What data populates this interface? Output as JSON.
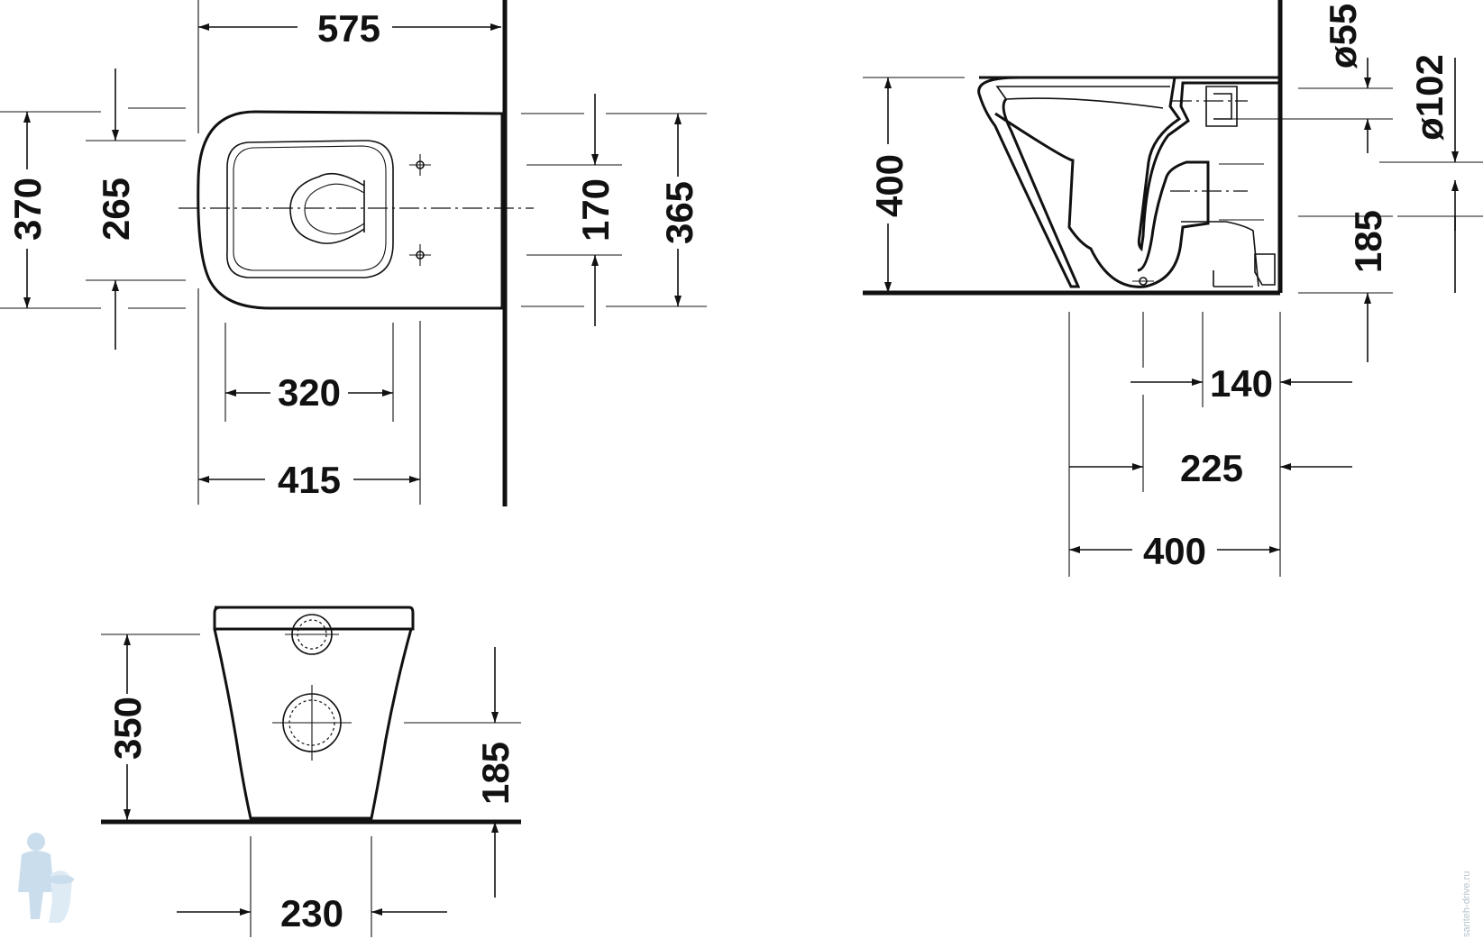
{
  "colors": {
    "ink": "#111111",
    "background": "#ffffff",
    "watermark": "#9fc3df"
  },
  "top_view": {
    "overall_length": "575",
    "outer_width": "370",
    "inner_width": "265",
    "hole_spacing": "170",
    "width_365": "365",
    "bowl_length": "320",
    "fixing_length": "415"
  },
  "side_view": {
    "height": "400",
    "inlet_diameter": "ø55",
    "outlet_diameter": "ø102",
    "outlet_height": "185",
    "dim_140": "140",
    "dim_225": "225",
    "depth": "400"
  },
  "front_view": {
    "height": "350",
    "outlet_height": "185",
    "base_width": "230"
  },
  "watermark": {
    "logo": "plumber-mascot-icon",
    "text": "santeh-drive.ru"
  }
}
